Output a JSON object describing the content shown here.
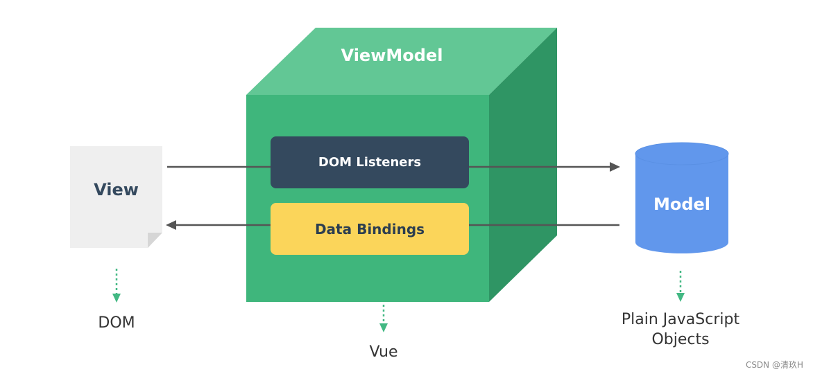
{
  "viewmodel": {
    "title": "ViewModel"
  },
  "dom_listeners": {
    "label": "DOM Listeners"
  },
  "data_bindings": {
    "label": "Data Bindings"
  },
  "view": {
    "title": "View",
    "caption": "DOM"
  },
  "model": {
    "title": "Model",
    "caption_line1": "Plain JavaScript",
    "caption_line2": "Objects"
  },
  "vue_caption": "Vue",
  "watermark": "CSDN @清玖H",
  "colors": {
    "cube_front": "#3fb67c",
    "cube_top": "#62c795",
    "cube_side": "#2f9564",
    "listeners_bg": "#34495e",
    "bindings_bg": "#fbd55a",
    "view_doc": "#efefef",
    "model_cyl": "#6197ec",
    "arrow": "#555555",
    "dashed_arrow": "#42b883"
  }
}
